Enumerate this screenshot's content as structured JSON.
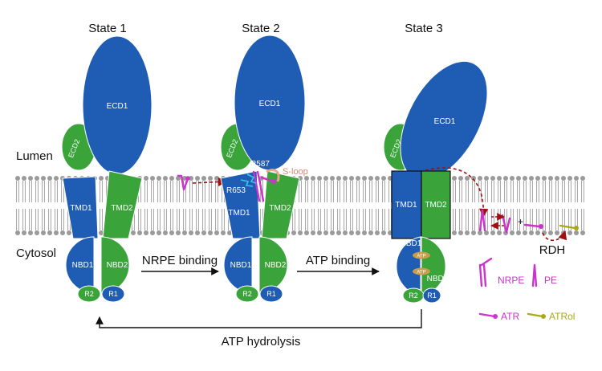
{
  "states": [
    {
      "label": "State 1"
    },
    {
      "label": "State 2"
    },
    {
      "label": "State 3"
    }
  ],
  "regions": {
    "lumen": "Lumen",
    "cytosol": "Cytosol"
  },
  "domains": {
    "ecd1": "ECD1",
    "ecd2": "ECD2",
    "tmd1": "TMD1",
    "tmd2": "TMD2",
    "nbd1": "NBD1",
    "nbd2": "NBD2",
    "r1": "R1",
    "r2": "R2"
  },
  "residues": {
    "r587": "R587",
    "r653": "R653",
    "sloop": "S-loop"
  },
  "atp_label": "ATP",
  "transitions": {
    "nrpe_binding": "NRPE binding",
    "atp_binding": "ATP binding",
    "atp_hydrolysis": "ATP hydrolysis"
  },
  "legend": {
    "nrpe": "NRPE",
    "pe": "PE",
    "atr": "ATR",
    "atrol": "ATRol",
    "rdh": "RDH"
  },
  "colors": {
    "blue": "#1f5cb3",
    "green": "#3aa33a",
    "magenta": "#cc33cc",
    "olive": "#a8a818",
    "darkred": "#a01010",
    "lipid": "#9a9a9a",
    "sloop": "#e7a890"
  }
}
